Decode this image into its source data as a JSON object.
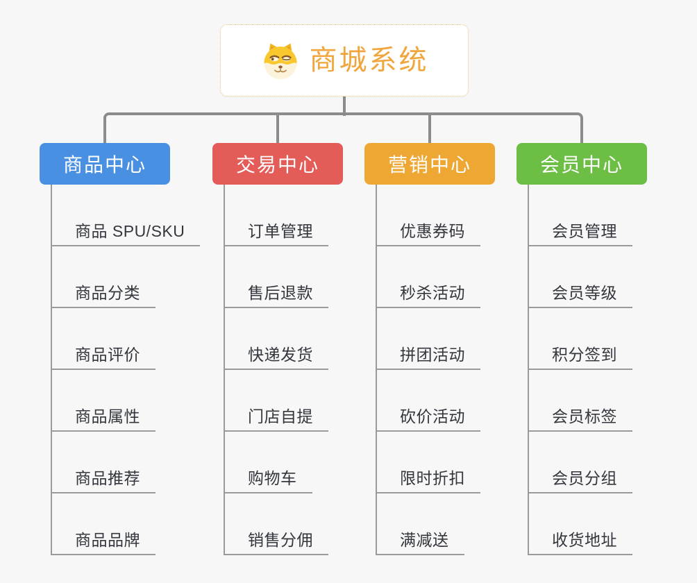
{
  "page": {
    "background_color": "#f7f7f7",
    "connector_color": "#8c8c8c",
    "underline_color": "#9a9a9a"
  },
  "root": {
    "title": "商城系统",
    "icon": "shiba-dog-icon",
    "title_color": "#f0a63c",
    "border_color": "#efc37f",
    "background_color": "#ffffff"
  },
  "branches": [
    {
      "label": "商品中心",
      "color": "#4a90e2",
      "children": [
        "商品 SPU/SKU",
        "商品分类",
        "商品评价",
        "商品属性",
        "商品推荐",
        "商品品牌"
      ]
    },
    {
      "label": "交易中心",
      "color": "#e45c58",
      "children": [
        "订单管理",
        "售后退款",
        "快递发货",
        "门店自提",
        "购物车",
        "销售分佣"
      ]
    },
    {
      "label": "营销中心",
      "color": "#efa733",
      "children": [
        "优惠券码",
        "秒杀活动",
        "拼团活动",
        "砍价活动",
        "限时折扣",
        "满减送"
      ]
    },
    {
      "label": "会员中心",
      "color": "#6dbe45",
      "children": [
        "会员管理",
        "会员等级",
        "积分签到",
        "会员标签",
        "会员分组",
        "收货地址"
      ]
    }
  ]
}
